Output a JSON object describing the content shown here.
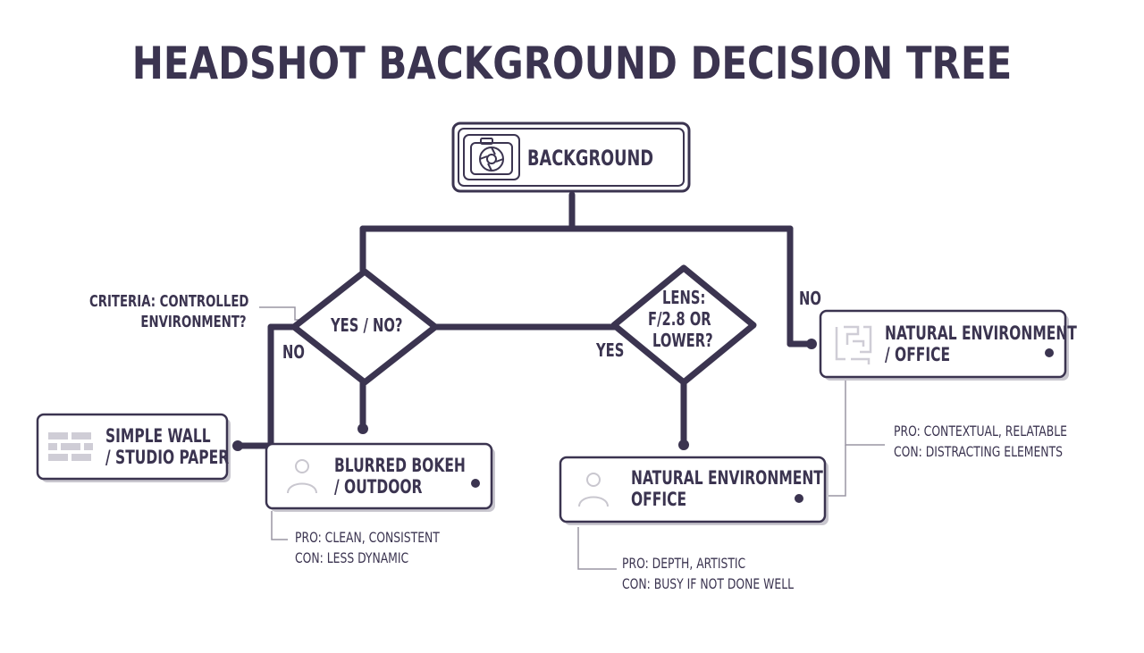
{
  "title": "HEADSHOT BACKGROUND DECISION TREE",
  "colors": {
    "ink": "#3b3450",
    "box_shadow": "#c9c7cf",
    "connector": "#9a96a4"
  },
  "nodes": {
    "root": {
      "label": "BACKGROUND",
      "icon": "camera-aperture-icon"
    },
    "decision_left": {
      "label": "YES / NO?"
    },
    "decision_right": {
      "line1": "LENS:",
      "line2": "F/2.8 OR",
      "line3": "LOWER?"
    },
    "simple_wall": {
      "line1": "SIMPLE WALL",
      "line2": "/ STUDIO PAPER",
      "icon": "brick-wall-icon"
    },
    "blurred_bokeh": {
      "line1": "BLURRED BOKEH",
      "line2": "/ OUTDOOR",
      "icon": "person-icon"
    },
    "natural_office_mid": {
      "line1": "NATURAL ENVIRONMENT",
      "line2": "OFFICE",
      "icon": "person-icon"
    },
    "natural_office_right": {
      "line1": "NATURAL ENVIRONMENT",
      "line2": "/ OFFICE",
      "icon": "maze-icon"
    }
  },
  "edge_labels": {
    "no_left": "NO",
    "yes_mid": "YES",
    "no_right": "NO"
  },
  "annotations": {
    "criteria": {
      "line1": "CRITERIA: CONTROLLED",
      "line2": "ENVIRONMENT?"
    },
    "bokeh": {
      "pro": "PRO: CLEAN, CONSISTENT",
      "con": "CON: LESS DYNAMIC"
    },
    "mid": {
      "pro": "PRO: DEPTH, ARTISTIC",
      "con": "CON: BUSY IF NOT DONE WELL"
    },
    "right": {
      "pro": "PRO: CONTEXTUAL, RELATABLE",
      "con": "CON: DISTRACTING ELEMENTS"
    }
  }
}
